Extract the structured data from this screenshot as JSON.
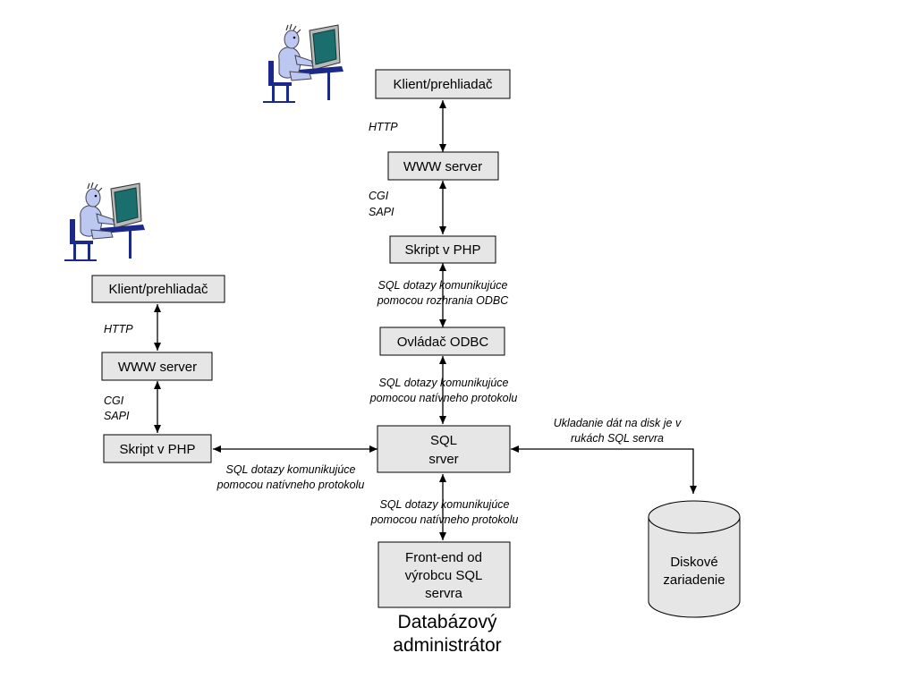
{
  "boxes": {
    "r_client": "Klient/prehliadač",
    "r_www": "WWW server",
    "r_php": "Skript v PHP",
    "r_odbc": "Ovládač ODBC",
    "sql_line1": "SQL",
    "sql_line2": "srver",
    "l_client": "Klient/prehliadač",
    "l_www": "WWW server",
    "l_php": "Skript v PHP",
    "fe_line1": "Front-end od",
    "fe_line2": "výrobcu SQL",
    "fe_line3": "servra"
  },
  "disk": {
    "line1": "Diskové",
    "line2": "zariadenie"
  },
  "labels": {
    "r_http": "HTTP",
    "r_cgi": "CGI",
    "r_sapi": "SAPI",
    "odbc_1": "SQL dotazy komunikujúce",
    "odbc_2": "pomocou rozhrania ODBC",
    "native_r1": "SQL dotazy komunikujúce",
    "native_r2": "pomocou natívneho protokolu",
    "l_http": "HTTP",
    "l_cgi": "CGI",
    "l_sapi": "SAPI",
    "native_l1": "SQL dotazy komunikujúce",
    "native_l2": "pomocou natívneho protokolu",
    "native_b1": "SQL dotazy komunikujúce",
    "native_b2": "pomocou natívneho protokolu",
    "disk_1": "Ukladanie dát na disk je v",
    "disk_2": "rukách SQL servra"
  },
  "admin": {
    "line1": "Databázový",
    "line2": "administrátor"
  },
  "icons": [
    "user-at-computer-icon",
    "user-at-computer-icon"
  ]
}
